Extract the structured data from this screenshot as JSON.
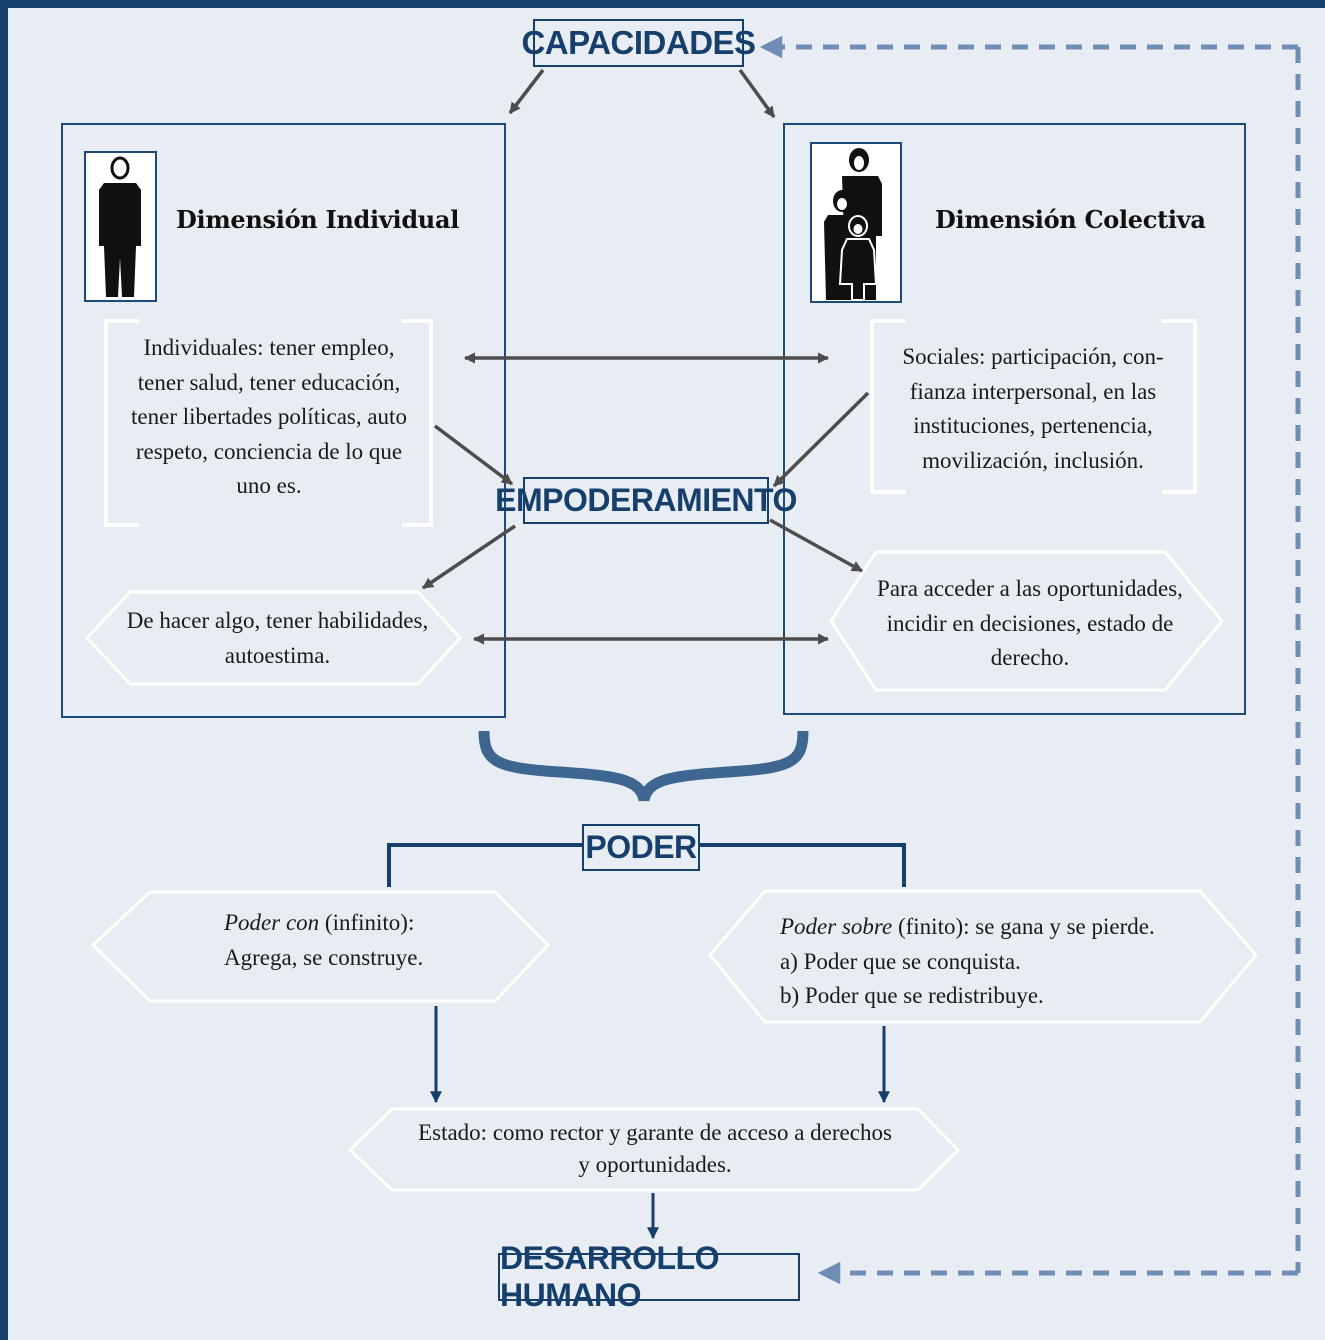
{
  "colors": {
    "background": "#e8edf3",
    "frame": "#173f6b",
    "box_border": "#1d4a78",
    "bracket": "#ffffff",
    "arrow_gray": "#4d4d4d",
    "arrow_blue": "#173f6b",
    "dashed_feedback": "#6f8db5",
    "brace": "#3d6691"
  },
  "nodes": {
    "capacidades": "CAPACIDADES",
    "empoderamiento": "EMPODERAMIENTO",
    "poder": "PODER",
    "desarrollo": "DESARROLLO HUMANO"
  },
  "individual": {
    "title": "Dimensión Individual",
    "icon": "single-person-icon",
    "capacities": [
      "Individuales: tener empleo,",
      "tener salud, tener educación,",
      "tener libertades políticas, auto",
      "respeto, conciencia de lo que",
      "uno es."
    ],
    "empowerment": [
      "De hacer algo, tener habilidades,",
      "autoestima."
    ]
  },
  "colectiva": {
    "title": "Dimensión Colectiva",
    "icon": "group-of-people-icon",
    "capacities": [
      "Sociales: participación, con-",
      "fianza interpersonal, en las",
      "instituciones, pertenencia,",
      "movilización, inclusión."
    ],
    "empowerment": [
      "Para acceder a las oportunidades,",
      "incidir en decisiones, estado de",
      "derecho."
    ]
  },
  "poder_con": {
    "term": "Poder con",
    "rest": "(infinito):",
    "line2": "Agrega, se construye."
  },
  "poder_sobre": {
    "term": "Poder sobre",
    "rest": "(finito): se gana y se pierde.",
    "line2": "a) Poder que se conquista.",
    "line3": "b) Poder que se redistribuye."
  },
  "estado": [
    "Estado: como rector y garante de acceso a derechos",
    "y oportunidades."
  ]
}
